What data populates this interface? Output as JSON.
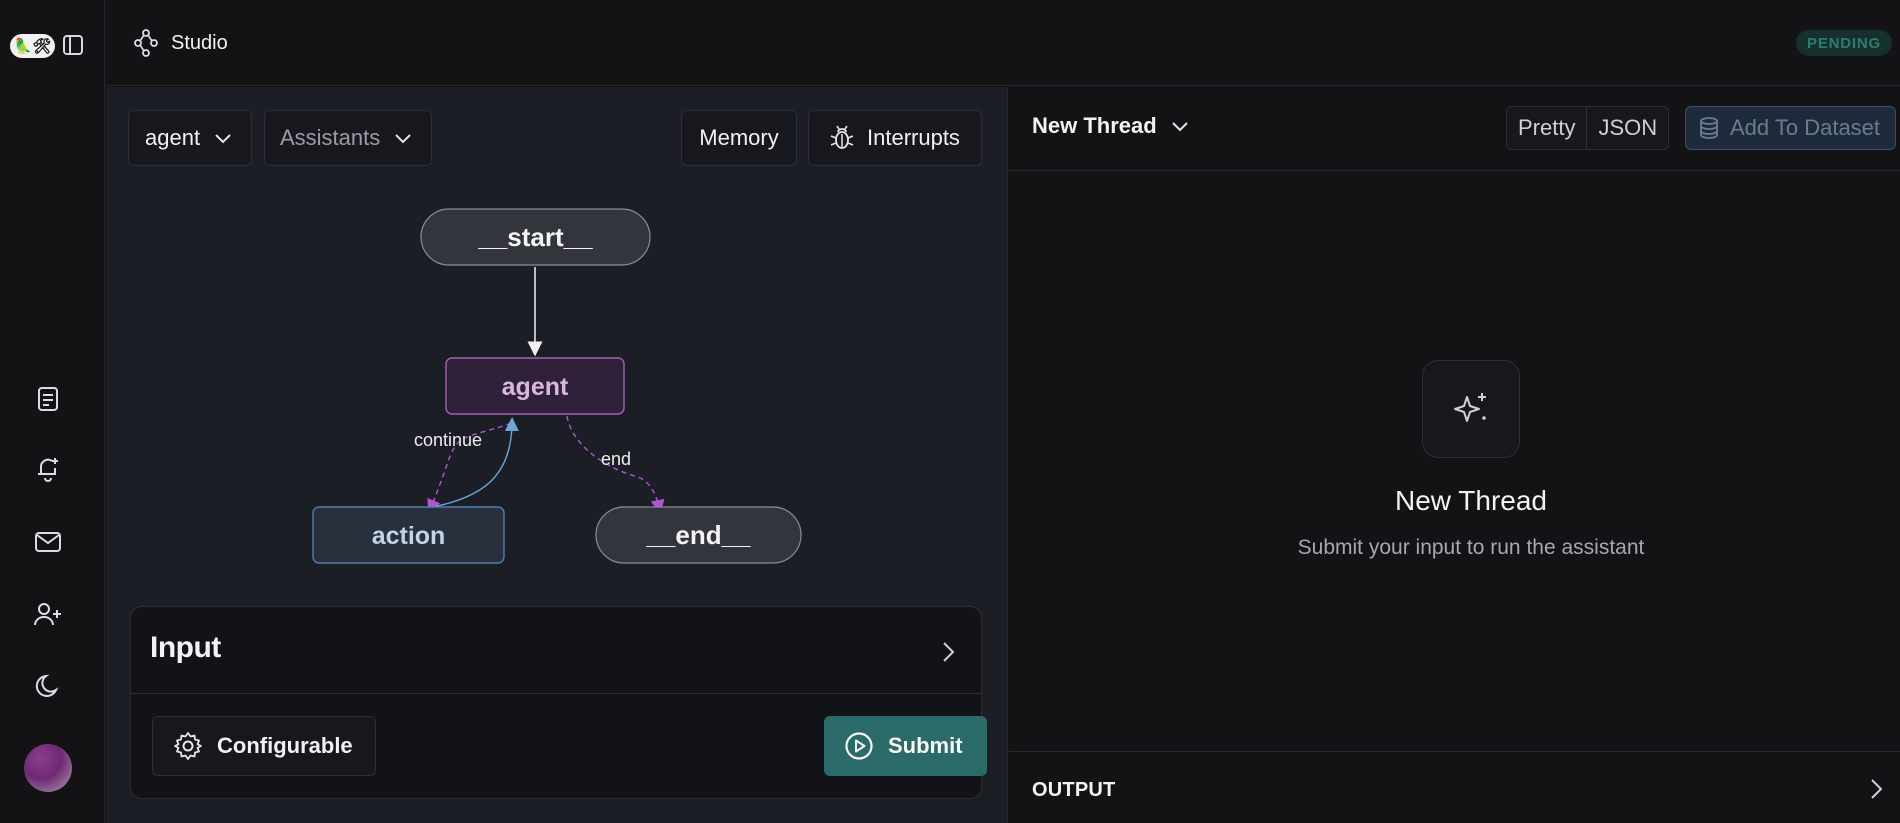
{
  "header": {
    "logo_text": "🦜🛠",
    "app_title": "Studio",
    "status_badge": "PENDING"
  },
  "graph_toolbar": {
    "graph_select": "agent",
    "assistants_select": "Assistants",
    "memory_label": "Memory",
    "interrupts_label": "Interrupts"
  },
  "graph": {
    "nodes": {
      "start": "__start__",
      "agent": "agent",
      "action": "action",
      "end": "__end__"
    },
    "edges": {
      "continue": "continue",
      "end": "end"
    }
  },
  "input": {
    "title": "Input",
    "configurable_label": "Configurable",
    "submit_label": "Submit"
  },
  "thread": {
    "title": "New Thread",
    "view_pretty": "Pretty",
    "view_json": "JSON",
    "add_to_dataset": "Add To Dataset",
    "empty_title": "New Thread",
    "empty_subtitle": "Submit your input to run the assistant",
    "output_label": "OUTPUT"
  },
  "colors": {
    "accent_teal": "#2a6a68",
    "agent_purple": "#a55fb7",
    "action_blue": "#4f7ea8"
  }
}
